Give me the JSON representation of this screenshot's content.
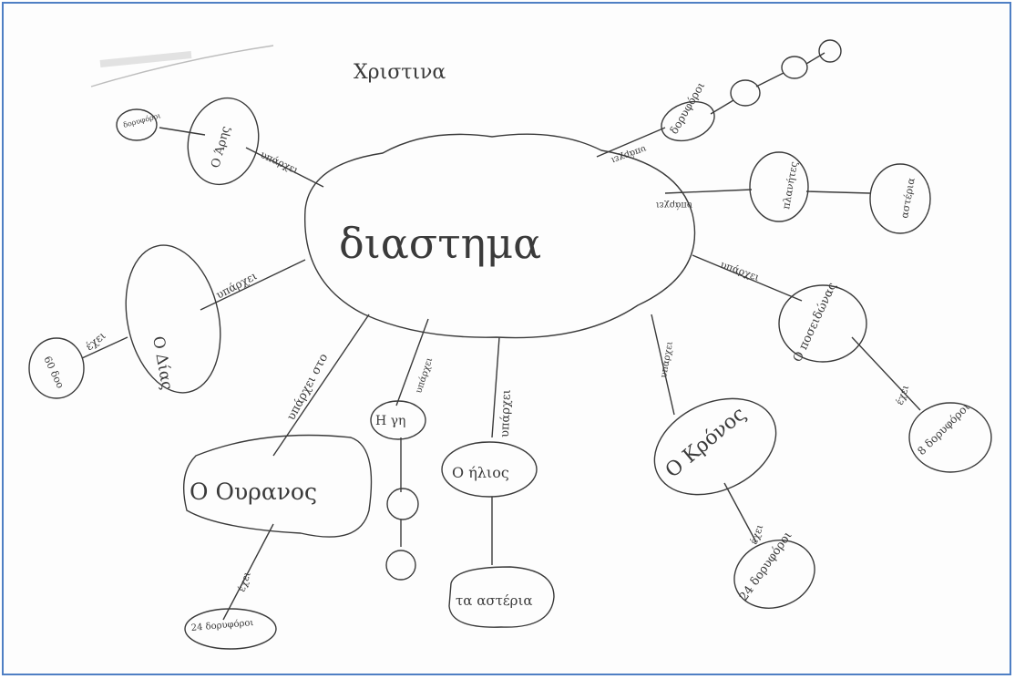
{
  "author": "Χριστινα",
  "center": "διαστημα",
  "colors": {
    "border": "#4f7fc4",
    "ink": "#3a3a3a"
  },
  "nodes": {
    "saturn": "Ο Κρόνος",
    "saturn_has": "24 δορυφόροι",
    "uranus": "Ο Ουρανος",
    "uranus_has": "24 δορυφόροι",
    "jupiter": "Ο Δίας",
    "jupiter_has": "60 δοο",
    "earth": "Η γη",
    "sun": "Ο ήλιος",
    "stars": "τα αστέρια",
    "neptune": "Ο ποσειδώνας",
    "neptune_has": "8 δορυφόροι",
    "ares": "Ο Άρης",
    "moons_top": "δορυφόροι",
    "planets": "πλανήτες",
    "star_node": "αστέρια",
    "venus_moons": "δορυφόροι"
  },
  "links": {
    "exists": "υπάρχει",
    "exists_in": "υπάρχει στο",
    "has": "έχει",
    "has2": "έχει",
    "has3": "έχει",
    "has4": "έχει",
    "exist_top": "υπάρχει",
    "exist_right": "υπάρχει",
    "exist_ne": "υπάρχει",
    "exist_sun": "υπάρχει",
    "exist_earth": "υπάρχει",
    "exist_saturn": "υπάρχει",
    "exist_jupiter": "υπάρχει",
    "exist_venus": "υπάρχει"
  }
}
